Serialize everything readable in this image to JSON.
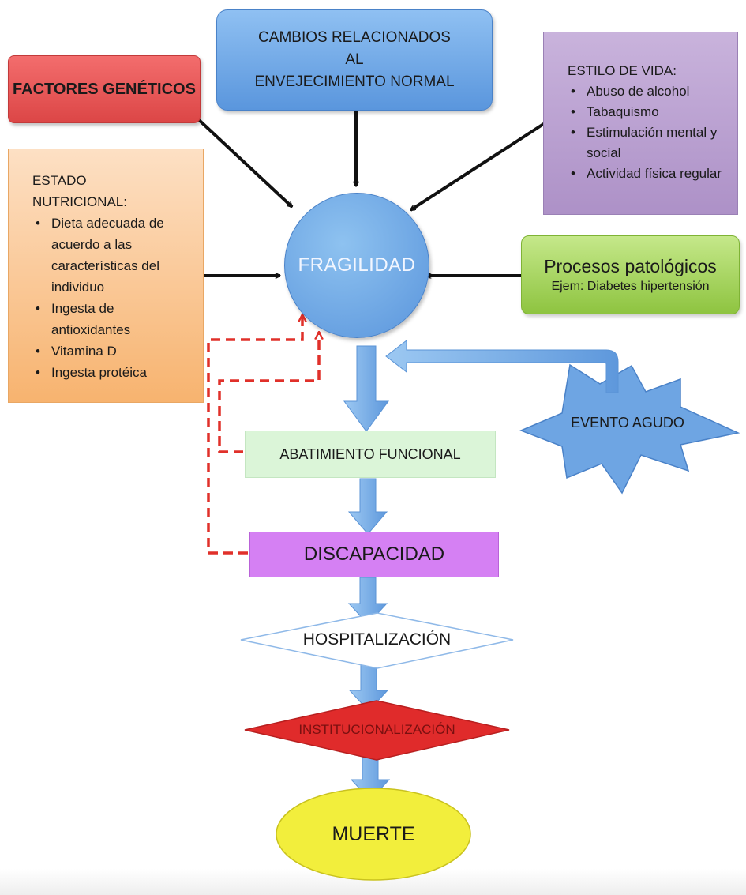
{
  "factors": {
    "genetic": "FACTORES GENÉTICOS",
    "aging": [
      "CAMBIOS RELACIONADOS",
      "AL",
      "ENVEJECIMIENTO NORMAL"
    ],
    "lifestyle": {
      "title": "ESTILO DE VIDA:",
      "items": [
        "Abuso de alcohol",
        "Tabaquismo",
        "Estimulación mental y social",
        "Actividad física regular"
      ]
    },
    "nutrition": {
      "title": "ESTADO NUTRICIONAL:",
      "items": [
        "Dieta adecuada de acuerdo a las características del individuo",
        "Ingesta de antioxidantes",
        "Vitamina D",
        "Ingesta protéica"
      ]
    },
    "pathologic": {
      "title": "Procesos patológicos",
      "example": "Ejem: Diabetes hipertensión"
    }
  },
  "center": "FRAGILIDAD",
  "acute_event": "EVENTO AGUDO",
  "sequence": {
    "functional": "ABATIMIENTO FUNCIONAL",
    "disability": "DISCAPACIDAD",
    "hospitalization": "HOSPITALIZACIÓN",
    "institutionalization": "INSTITUCIONALIZACIÓN",
    "death": "MUERTE"
  },
  "colors": {
    "genetic": "#dc4646",
    "aging": "#5a96dd",
    "lifestyle": "#ad91c7",
    "nutrition": "#f7b36f",
    "pathologic": "#8ec440",
    "fragility": "#5a95dc",
    "functional": "#dbf5d8",
    "disability": "#d580f3",
    "institutionalization": "#e02b2b",
    "death": "#f2ee3c",
    "feedback_dashed": "#e0302a"
  }
}
